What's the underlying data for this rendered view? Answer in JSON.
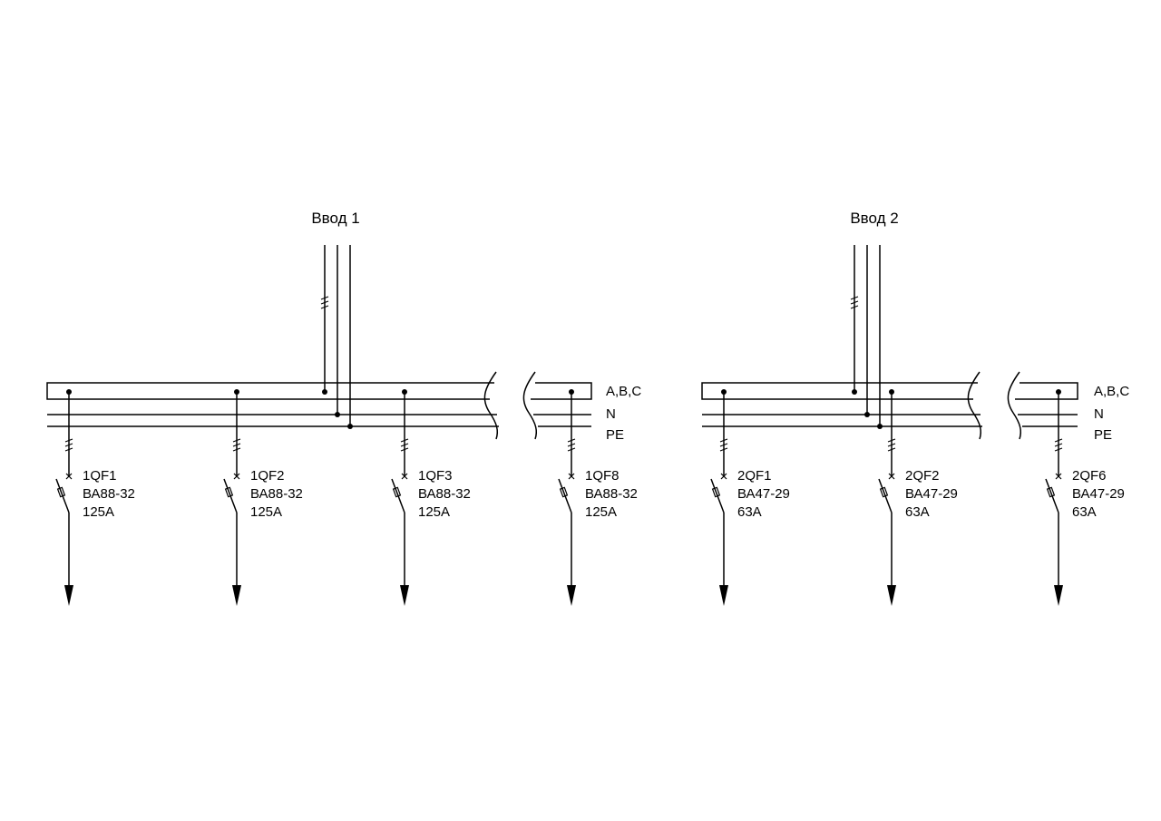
{
  "sections": [
    {
      "title": "Ввод 1",
      "bus_labels": [
        "A,B,C",
        "N",
        "PE"
      ],
      "breakers": [
        {
          "id": "1QF1",
          "model": "ВА88-32",
          "rating": "125А"
        },
        {
          "id": "1QF2",
          "model": "ВА88-32",
          "rating": "125А"
        },
        {
          "id": "1QF3",
          "model": "ВА88-32",
          "rating": "125А"
        },
        {
          "id": "1QF8",
          "model": "ВА88-32",
          "rating": "125А"
        }
      ]
    },
    {
      "title": "Ввод 2",
      "bus_labels": [
        "A,B,C",
        "N",
        "PE"
      ],
      "breakers": [
        {
          "id": "2QF1",
          "model": "ВА47-29",
          "rating": "63А"
        },
        {
          "id": "2QF2",
          "model": "ВА47-29",
          "rating": "63А"
        },
        {
          "id": "2QF6",
          "model": "ВА47-29",
          "rating": "63А"
        }
      ]
    }
  ]
}
